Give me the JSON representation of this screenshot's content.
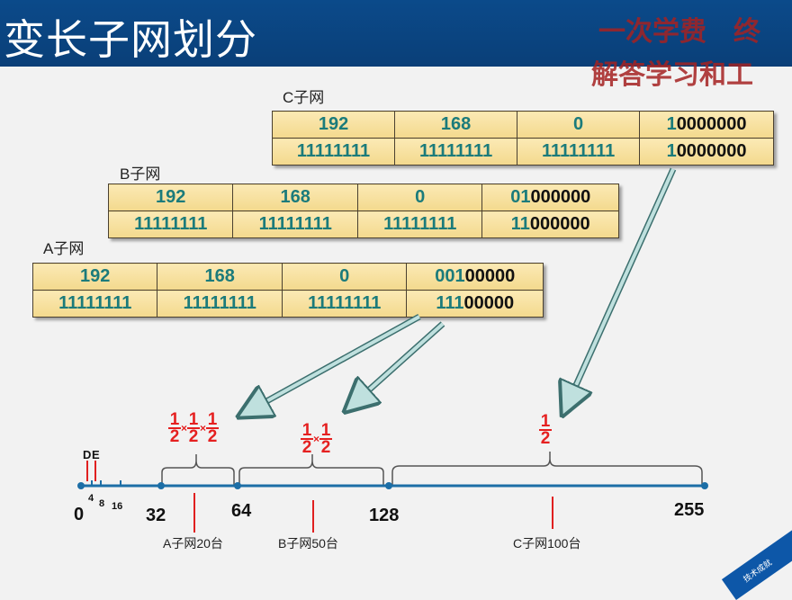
{
  "header": {
    "title": "变长子网划分",
    "overlay_line1": "一次学费　终",
    "overlay_line2": "解答学习和工"
  },
  "tables": [
    {
      "label": "C子网",
      "rows": [
        {
          "cells": [
            "192",
            "168",
            "0"
          ],
          "prefix": "1",
          "suffix": "0000000"
        },
        {
          "cells": [
            "11111111",
            "11111111",
            "11111111"
          ],
          "prefix": "1",
          "suffix": "0000000"
        }
      ]
    },
    {
      "label": "B子网",
      "rows": [
        {
          "cells": [
            "192",
            "168",
            "0"
          ],
          "prefix": "01",
          "suffix": "000000"
        },
        {
          "cells": [
            "11111111",
            "11111111",
            "11111111"
          ],
          "prefix": "11",
          "suffix": "000000"
        }
      ]
    },
    {
      "label": "A子网",
      "rows": [
        {
          "cells": [
            "192",
            "168",
            "0"
          ],
          "prefix": "001",
          "suffix": "00000"
        },
        {
          "cells": [
            "11111111",
            "11111111",
            "11111111"
          ],
          "prefix": "111",
          "suffix": "00000"
        }
      ]
    }
  ],
  "fractions": {
    "num": "1",
    "den": "2",
    "times": "×"
  },
  "numberline": {
    "labels": [
      "0",
      "32",
      "64",
      "128",
      "255"
    ],
    "small_ticks": [
      "4",
      "8",
      "16"
    ],
    "markers": [
      "D",
      "E"
    ],
    "subnets": [
      "A子网20台",
      "B子网50台",
      "C子网100台"
    ]
  },
  "badge": "技术成就"
}
